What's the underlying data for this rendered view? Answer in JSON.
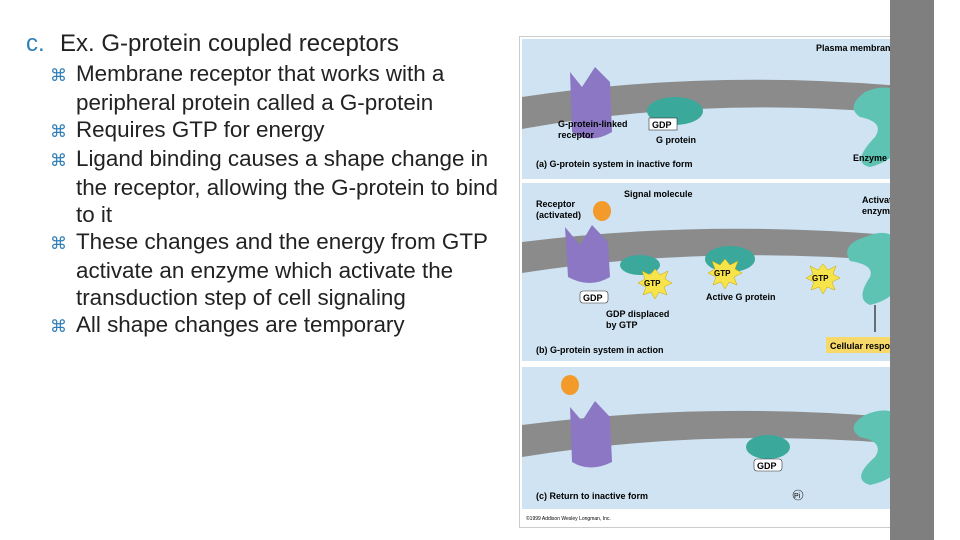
{
  "heading": {
    "letter": "c.",
    "text": "Ex. G-protein coupled receptors"
  },
  "bullets": [
    "Membrane receptor that works with a peripheral protein called a G-protein",
    "Requires GTP for energy",
    "Ligand binding causes a shape change in the receptor, allowing the G-protein to bind to it",
    "These changes and the energy from GTP activate an enzyme which activate the transduction step of cell signaling",
    "All shape changes are temporary"
  ],
  "figure": {
    "panel_a": {
      "plasma_membrane": "Plasma membrane",
      "receptor_label_1": "G-protein-linked",
      "receptor_label_2": "receptor",
      "gdp": "GDP",
      "g_protein": "G protein",
      "enzyme": "Enzyme",
      "caption": "(a) G-protein system in inactive form"
    },
    "panel_b": {
      "receptor_1": "Receptor",
      "receptor_2": "(activated)",
      "signal": "Signal molecule",
      "activated_1": "Activated",
      "activated_2": "enzyme",
      "gtp": "GTP",
      "gdp": "GDP",
      "active_g": "Active G protein",
      "displaced_1": "GDP displaced",
      "displaced_2": "by GTP",
      "cellular": "Cellular response",
      "caption": "(b) G-protein system in action"
    },
    "panel_c": {
      "gdp": "GDP",
      "pi": "Pi",
      "caption": "(c) Return to inactive form"
    },
    "copyright": "©1999 Addison Wesley Longman, Inc."
  },
  "colors": {
    "accent": "#2f7fb6",
    "panel": "#cfe3f2",
    "membrane": "#8b8b8b",
    "protein": "#3aa89a",
    "receptor": "#8c77c4",
    "signal": "#f29a2a",
    "gtp": "#f7e34a"
  }
}
